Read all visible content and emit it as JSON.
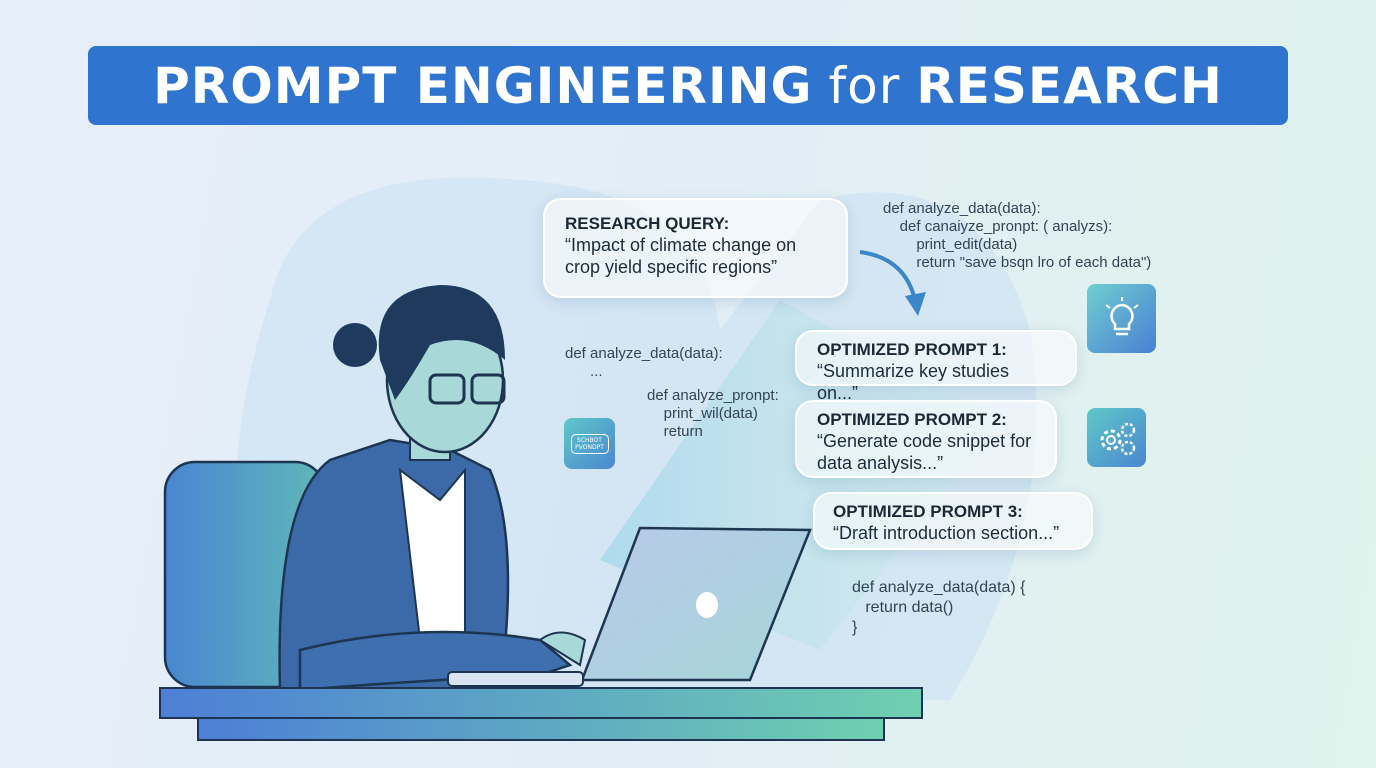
{
  "title": {
    "part1": "PROMPT ENGINEERING",
    "part2": "for",
    "part3": "RESEARCH"
  },
  "query": {
    "label": "RESEARCH QUERY:",
    "text": "“Impact of climate change on crop yield specific regions”"
  },
  "prompts": [
    {
      "label": "OPTIMIZED PROMPT 1:",
      "text": "“Summarize key studies on...”"
    },
    {
      "label": "OPTIMIZED PROMPT 2:",
      "text": "“Generate code snippet for data analysis...”"
    },
    {
      "label": "OPTIMIZED PROMPT 3:",
      "text": "“Draft introduction section...”"
    }
  ],
  "code": {
    "top": "def analyze_data(data):\n    def canaiyze_pronpt: ( analyzs):\n        print_edit(data)\n        return \"save bsqn lro of each data\")",
    "left1": "def analyze_data(data):\n      ...",
    "left2": "def analyze_pronpt:\n    print_wil(data)\n    return",
    "bottom": "def analyze_data(data) {\n   return data()\n}"
  },
  "chat_icon_text": "SCHBOT PVONDPT",
  "icons": [
    "lightbulb-icon",
    "gears-icon",
    "chat-bubble-icon"
  ],
  "colors": {
    "banner": "#2f74cf",
    "accent": "#4a8fd8"
  }
}
